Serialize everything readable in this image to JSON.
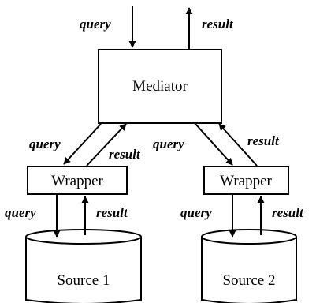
{
  "diagram": {
    "mediator": "Mediator",
    "wrapper_left": "Wrapper",
    "wrapper_right": "Wrapper",
    "source1": "Source 1",
    "source2": "Source 2",
    "labels": {
      "top_query": "query",
      "top_result": "result",
      "mid_left_query": "query",
      "mid_left_result": "result",
      "mid_right_query": "query",
      "mid_right_result": "result",
      "bottom_left_query": "query",
      "bottom_left_result": "result",
      "bottom_right_query": "query",
      "bottom_right_result": "result"
    }
  }
}
